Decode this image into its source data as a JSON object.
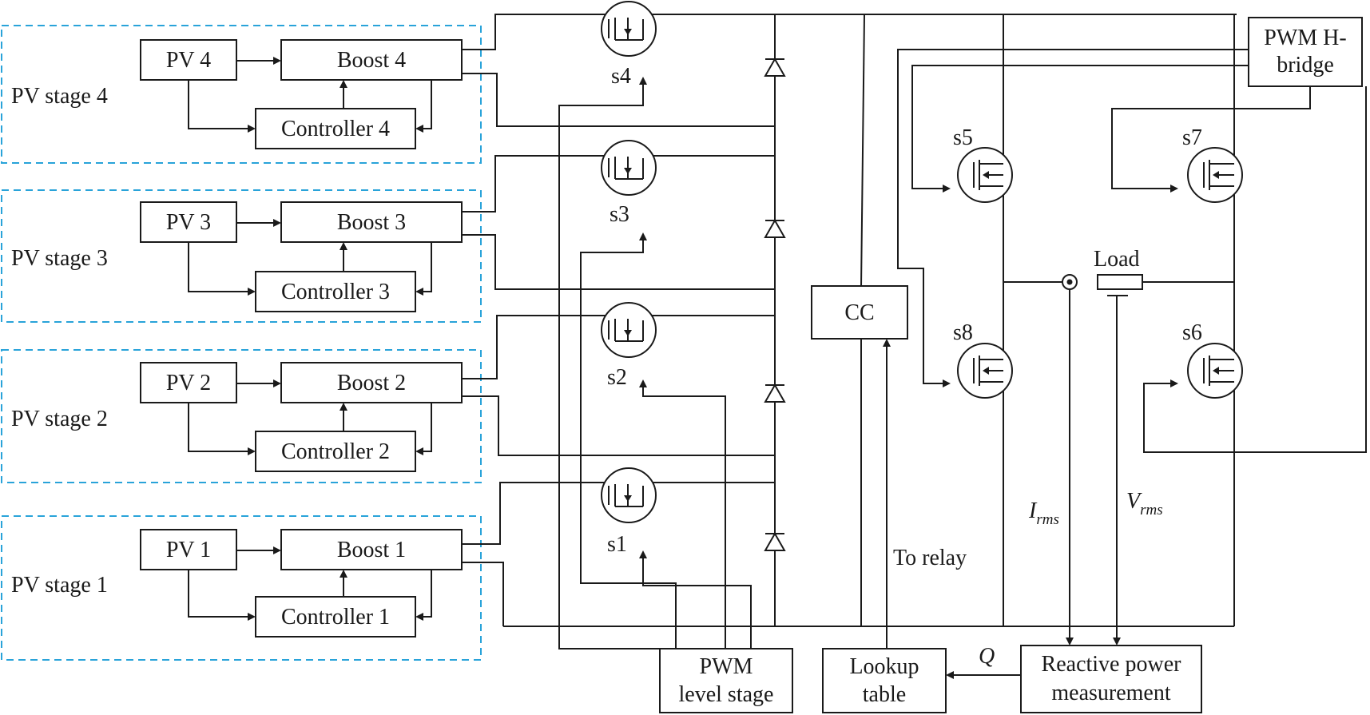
{
  "stages": [
    {
      "stage": "PV stage 4",
      "pv": "PV 4",
      "boost": "Boost 4",
      "controller": "Controller 4"
    },
    {
      "stage": "PV stage 3",
      "pv": "PV 3",
      "boost": "Boost 3",
      "controller": "Controller 3"
    },
    {
      "stage": "PV stage 2",
      "pv": "PV 2",
      "boost": "Boost 2",
      "controller": "Controller 2"
    },
    {
      "stage": "PV stage 1",
      "pv": "PV 1",
      "boost": "Boost 1",
      "controller": "Controller 1"
    }
  ],
  "level_switches": [
    "s4",
    "s3",
    "s2",
    "s1"
  ],
  "bridge_switches": {
    "top_left": "s5",
    "bottom_left": "s8",
    "top_right": "s7",
    "bottom_right": "s6"
  },
  "blocks": {
    "cc": "CC",
    "pwm_hbridge": [
      "PWM H-",
      "bridge"
    ],
    "pwm_level": [
      "PWM",
      "level stage"
    ],
    "lookup": [
      "Lookup",
      "table"
    ],
    "reactive": [
      "Reactive power",
      "measurement"
    ],
    "load": "Load"
  },
  "signals": {
    "to_relay": "To relay",
    "q": "Q",
    "irms": {
      "main": "I",
      "sub": "rms"
    },
    "vrms": {
      "main": "V",
      "sub": "rms"
    }
  },
  "colors": {
    "stage_border": "#29a3d9",
    "line": "#1a1a1a"
  }
}
